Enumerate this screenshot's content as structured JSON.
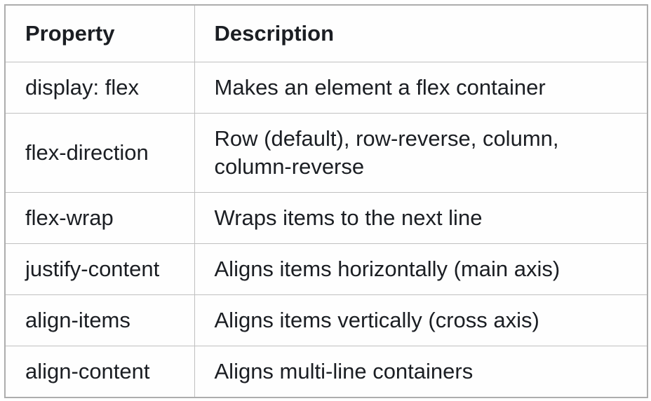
{
  "colors": {
    "background": "#ffffff",
    "cell_background": "#fefefe",
    "border": "#c0c0c0",
    "outer_border": "#adadad",
    "text": "#1b1e23"
  },
  "table": {
    "columns": [
      "Property",
      "Description"
    ],
    "rows": [
      {
        "property": "display: flex",
        "description": "Makes an element a flex container"
      },
      {
        "property": "flex-direction",
        "description": "Row (default), row-reverse, column, column-reverse"
      },
      {
        "property": "flex-wrap",
        "description": "Wraps items to the next line"
      },
      {
        "property": "justify-content",
        "description": "Aligns items horizontally (main axis)"
      },
      {
        "property": "align-items",
        "description": "Aligns items vertically (cross axis)"
      },
      {
        "property": "align-content",
        "description": "Aligns multi-line containers"
      }
    ]
  }
}
